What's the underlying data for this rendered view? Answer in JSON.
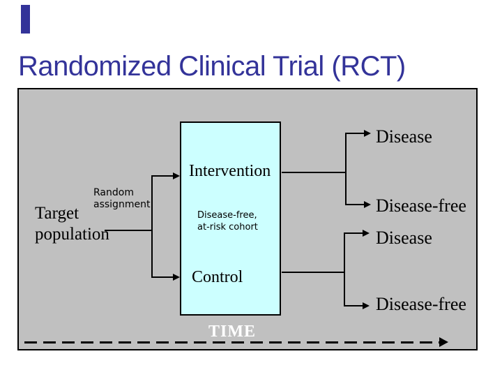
{
  "slide": {
    "title": "Randomized Clinical Trial (RCT)"
  },
  "diagram": {
    "target_population": "Target population",
    "random_assignment": "Random assignment",
    "cohort_box": {
      "intervention": "Intervention",
      "cohort_description": "Disease-free, at-risk cohort",
      "control": "Control"
    },
    "outcomes": {
      "intervention_disease": "Disease",
      "intervention_disease_free": "Disease-free",
      "control_disease": "Disease",
      "control_disease_free": "Disease-free"
    },
    "time_label": "TIME",
    "colors": {
      "title_text": "#333399",
      "accent_bar": "#333399",
      "panel_background": "#C0C0C0",
      "cohort_box_fill": "#CCFFFF",
      "line_color": "#000000",
      "diagram_text": "#000000",
      "time_text": "#FFFFFF"
    }
  }
}
